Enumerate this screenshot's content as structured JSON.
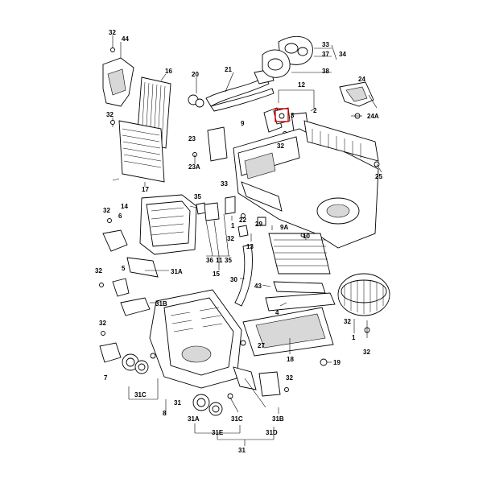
{
  "labels": {
    "l32a": "32",
    "l44": "44",
    "l16": "16",
    "l20": "20",
    "l21": "21",
    "l33": "33",
    "l37": "37",
    "l34": "34",
    "l38": "38",
    "l12": "12",
    "l24": "24",
    "l24a": "24A",
    "l2": "2",
    "l3": "3",
    "l32b": "32",
    "l9": "9",
    "l32c": "32",
    "l23": "23",
    "l23a": "23A",
    "l25": "25",
    "l17": "17",
    "l14": "14",
    "l35": "35",
    "l33b": "33",
    "l10": "10",
    "l32d": "32",
    "l6": "6",
    "l29": "29",
    "l9a": "9A",
    "l22": "22",
    "l1": "1",
    "l32e": "32",
    "l13": "13",
    "l36": "36",
    "l11": "11",
    "l35b": "35",
    "l15": "15",
    "l32f": "32",
    "l5": "5",
    "l31a": "31A",
    "l30": "30",
    "l43": "43",
    "l4": "4",
    "l31b": "31B",
    "l32g": "32",
    "l32h": "32",
    "l1b": "1",
    "l32i": "32",
    "l27": "27",
    "l18": "18",
    "l19": "19",
    "l7": "7",
    "l31c": "31C",
    "l8": "8",
    "l31": "31",
    "l32j": "32",
    "l31a2": "31A",
    "l31c2": "31C",
    "l31b2": "31B",
    "l31e": "31E",
    "l31d": "31D",
    "l31bot": "31"
  },
  "colors": {
    "highlight": "#e00000",
    "ink": "#000000",
    "shade": "#d8d8d8"
  }
}
